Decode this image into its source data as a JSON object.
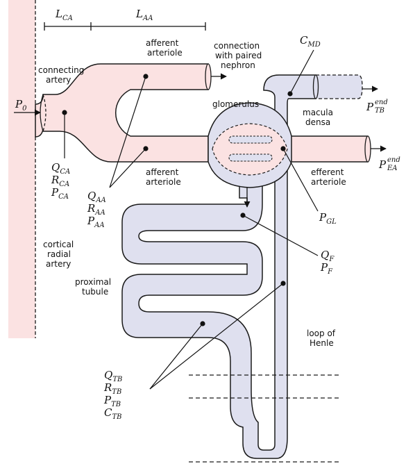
{
  "labels": {
    "afferent_top": [
      "afferent",
      "arteriole"
    ],
    "connection": [
      "connection",
      "with paired",
      "nephron"
    ],
    "connecting_artery": [
      "connecting",
      "artery"
    ],
    "glomerulus": "glomerulus",
    "macula_densa": [
      "macula",
      "densa"
    ],
    "afferent_bottom": [
      "afferent",
      "arteriole"
    ],
    "efferent": [
      "efferent",
      "arteriole"
    ],
    "cortical": [
      "cortical",
      "radial",
      "artery"
    ],
    "proximal": [
      "proximal",
      "tubule"
    ],
    "loop": [
      "loop of",
      "Henle"
    ]
  },
  "math": {
    "L_CA": {
      "base": "L",
      "sub": "CA"
    },
    "L_AA": {
      "base": "L",
      "sub": "AA"
    },
    "C_MD": {
      "base": "C",
      "sub": "MD"
    },
    "P0": {
      "base": "P",
      "sub": "0"
    },
    "P_TB_end": {
      "base": "P",
      "sub": "TB",
      "sup": "end"
    },
    "P_EA_end": {
      "base": "P",
      "sub": "EA",
      "sup": "end"
    },
    "CA_group": [
      {
        "base": "Q",
        "sub": "CA"
      },
      {
        "base": "R",
        "sub": "CA"
      },
      {
        "base": "P",
        "sub": "CA"
      }
    ],
    "AA_group": [
      {
        "base": "Q",
        "sub": "AA"
      },
      {
        "base": "R",
        "sub": "AA"
      },
      {
        "base": "P",
        "sub": "AA"
      }
    ],
    "P_GL": {
      "base": "P",
      "sub": "GL"
    },
    "F_group": [
      {
        "base": "Q",
        "sub": "F"
      },
      {
        "base": "P",
        "sub": "F"
      }
    ],
    "TB_group": [
      {
        "base": "Q",
        "sub": "TB"
      },
      {
        "base": "R",
        "sub": "TB"
      },
      {
        "base": "P",
        "sub": "TB"
      },
      {
        "base": "C",
        "sub": "TB"
      }
    ]
  },
  "colors": {
    "vessel": "#fbe2e2",
    "tubule": "#dfe0ef",
    "stroke": "#1a1a1a"
  }
}
